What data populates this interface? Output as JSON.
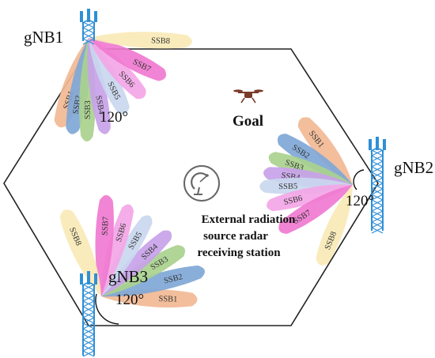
{
  "colors": {
    "ssb1": "#f2b894",
    "ssb2": "#7fa7d6",
    "ssb3": "#a9d18e",
    "ssb4": "#c8a2e8",
    "ssb5": "#c9d7ee",
    "ssb6": "#f3a6e6",
    "ssb7": "#f07ad0",
    "ssb8": "#f9e9b6",
    "tower": "#2f8fd6",
    "drone": "#7a3a2a",
    "hexagon": "#222222"
  },
  "stations": {
    "gnb1": {
      "name": "gNB1",
      "angle": "120°",
      "icon": "base-station-tower"
    },
    "gnb2": {
      "name": "gNB2",
      "angle": "120°",
      "icon": "base-station-tower"
    },
    "gnb3": {
      "name": "gNB3",
      "angle": "120°",
      "icon": "base-station-tower"
    }
  },
  "beams": [
    "SSB1",
    "SSB2",
    "SSB3",
    "SSB4",
    "SSB5",
    "SSB6",
    "SSB7",
    "SSB8"
  ],
  "goal": {
    "label": "Goal",
    "icon": "drone-icon"
  },
  "radar": {
    "icon": "radar-dish-icon",
    "line1": "External radiation",
    "line2": "source radar",
    "line3": "receiving station"
  }
}
